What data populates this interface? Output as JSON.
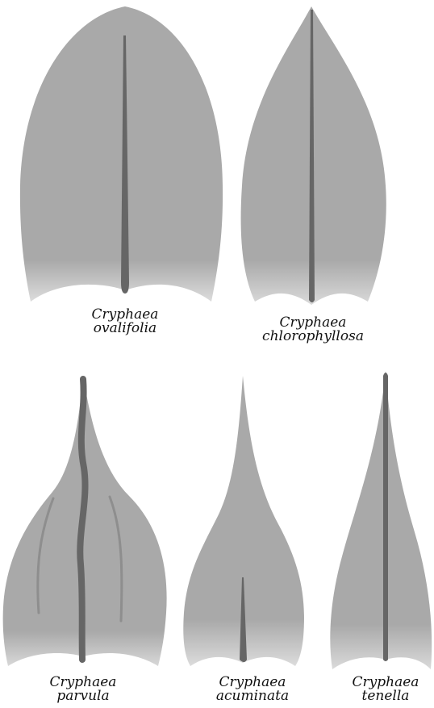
{
  "figure": {
    "leaves": [
      {
        "id": "ovalifolia",
        "genus": "Cryphaea",
        "species": "ovalifolia"
      },
      {
        "id": "chlorophyllosa",
        "genus": "Cryphaea",
        "species": "chlorophyllosa"
      },
      {
        "id": "parvula",
        "genus": "Cryphaea",
        "species": "parvula"
      },
      {
        "id": "acuminata",
        "genus": "Cryphaea",
        "species": "acuminata"
      },
      {
        "id": "tenella",
        "genus": "Cryphaea",
        "species": "tenella"
      }
    ],
    "colors": {
      "lamina": "#a9a9a9",
      "base_highlight": "#dcdcdc",
      "costa": "#666666",
      "background": "#ffffff"
    }
  }
}
